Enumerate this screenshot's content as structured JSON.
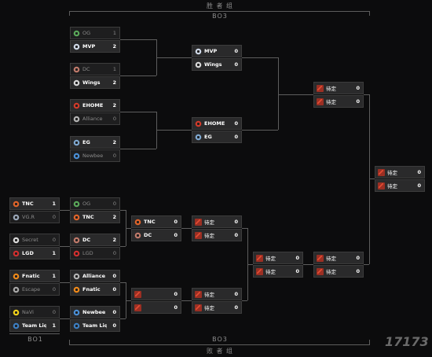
{
  "headers": {
    "upper_title": "胜 者 组",
    "upper_format": "BO3",
    "lower_title": "败 者 组",
    "lower_format": "BO3",
    "first_round_format": "BO1"
  },
  "colors": {
    "tbd_icon": "#9b2f23",
    "line": "#5d5d5d",
    "row_bg": "#2a2a2b"
  },
  "matches": [
    {
      "id": "u1a",
      "rows": [
        {
          "name": "OG",
          "score": "1",
          "logo": "og-logo-icon",
          "lose": true
        },
        {
          "name": "MVP",
          "score": "2",
          "logo": "mvp-logo-icon"
        }
      ]
    },
    {
      "id": "u1b",
      "rows": [
        {
          "name": "DC",
          "score": "1",
          "logo": "dc-logo-icon",
          "lose": true
        },
        {
          "name": "Wings",
          "score": "2",
          "logo": "wings-logo-icon"
        }
      ]
    },
    {
      "id": "u1c",
      "rows": [
        {
          "name": "EHOME",
          "score": "2",
          "logo": "ehome-logo-icon"
        },
        {
          "name": "Alliance",
          "score": "0",
          "logo": "alliance-logo-icon",
          "lose": true
        }
      ]
    },
    {
      "id": "u1d",
      "rows": [
        {
          "name": "EG",
          "score": "2",
          "logo": "eg-logo-icon"
        },
        {
          "name": "Newbee",
          "score": "0",
          "logo": "newbee-logo-icon",
          "lose": true
        }
      ]
    },
    {
      "id": "u2a",
      "rows": [
        {
          "name": "MVP",
          "score": "0",
          "logo": "mvp-logo-icon"
        },
        {
          "name": "Wings",
          "score": "0",
          "logo": "wings-logo-icon"
        }
      ]
    },
    {
      "id": "u2b",
      "rows": [
        {
          "name": "EHOME",
          "score": "0",
          "logo": "ehome-logo-icon"
        },
        {
          "name": "EG",
          "score": "0",
          "logo": "eg-logo-icon"
        }
      ]
    },
    {
      "id": "u3",
      "rows": [
        {
          "name": "待定",
          "score": "0",
          "logo": "tbd",
          "tbd": true
        },
        {
          "name": "待定",
          "score": "0",
          "logo": "tbd",
          "tbd": true
        }
      ]
    },
    {
      "id": "gf",
      "rows": [
        {
          "name": "待定",
          "score": "0",
          "logo": "tbd",
          "tbd": true
        },
        {
          "name": "待定",
          "score": "0",
          "logo": "tbd",
          "tbd": true
        }
      ]
    },
    {
      "id": "l0a",
      "rows": [
        {
          "name": "TNC",
          "score": "1",
          "logo": "tnc-logo-icon"
        },
        {
          "name": "VG.R",
          "score": "0",
          "logo": "vgr-logo-icon",
          "lose": true
        }
      ]
    },
    {
      "id": "l0b",
      "rows": [
        {
          "name": "Secret",
          "score": "0",
          "logo": "secret-logo-icon",
          "lose": true
        },
        {
          "name": "LGD",
          "score": "1",
          "logo": "lgd-logo-icon"
        }
      ]
    },
    {
      "id": "l0c",
      "rows": [
        {
          "name": "Fnatic",
          "score": "1",
          "logo": "fnatic-logo-icon"
        },
        {
          "name": "Escape",
          "score": "0",
          "logo": "escape-logo-icon",
          "lose": true
        }
      ]
    },
    {
      "id": "l0d",
      "rows": [
        {
          "name": "NaVi",
          "score": "0",
          "logo": "navi-logo-icon",
          "lose": true
        },
        {
          "name": "Team Liquid",
          "score": "1",
          "logo": "liquid-logo-icon"
        }
      ]
    },
    {
      "id": "l1a",
      "rows": [
        {
          "name": "OG",
          "score": "0",
          "logo": "og-logo-icon",
          "lose": true
        },
        {
          "name": "TNC",
          "score": "2",
          "logo": "tnc-logo-icon"
        }
      ]
    },
    {
      "id": "l1b",
      "rows": [
        {
          "name": "DC",
          "score": "2",
          "logo": "dc-logo-icon"
        },
        {
          "name": "LGD",
          "score": "0",
          "logo": "lgd-logo-icon",
          "lose": true
        }
      ]
    },
    {
      "id": "l1c",
      "rows": [
        {
          "name": "Alliance",
          "score": "0",
          "logo": "alliance-logo-icon"
        },
        {
          "name": "Fnatic",
          "score": "0",
          "logo": "fnatic-logo-icon"
        }
      ]
    },
    {
      "id": "l1d",
      "rows": [
        {
          "name": "Newbee",
          "score": "0",
          "logo": "newbee-logo-icon"
        },
        {
          "name": "Team Liquid",
          "score": "0",
          "logo": "liquid-logo-icon"
        }
      ]
    },
    {
      "id": "l2a",
      "rows": [
        {
          "name": "TNC",
          "score": "0",
          "logo": "tnc-logo-icon"
        },
        {
          "name": "DC",
          "score": "0",
          "logo": "dc-logo-icon"
        }
      ]
    },
    {
      "id": "l2b",
      "rows": [
        {
          "name": "",
          "score": "0",
          "logo": "tbd",
          "tbd": true
        },
        {
          "name": "",
          "score": "0",
          "logo": "tbd",
          "tbd": true
        }
      ]
    },
    {
      "id": "l3a",
      "rows": [
        {
          "name": "待定",
          "score": "0",
          "logo": "tbd",
          "tbd": true
        },
        {
          "name": "待定",
          "score": "0",
          "logo": "tbd",
          "tbd": true
        }
      ]
    },
    {
      "id": "l3b",
      "rows": [
        {
          "name": "待定",
          "score": "0",
          "logo": "tbd",
          "tbd": true
        },
        {
          "name": "待定",
          "score": "0",
          "logo": "tbd",
          "tbd": true
        }
      ]
    },
    {
      "id": "l4",
      "rows": [
        {
          "name": "待定",
          "score": "0",
          "logo": "tbd",
          "tbd": true
        },
        {
          "name": "待定",
          "score": "0",
          "logo": "tbd",
          "tbd": true
        }
      ]
    },
    {
      "id": "l5",
      "rows": [
        {
          "name": "待定",
          "score": "0",
          "logo": "tbd",
          "tbd": true
        },
        {
          "name": "待定",
          "score": "0",
          "logo": "tbd",
          "tbd": true
        }
      ]
    }
  ]
}
